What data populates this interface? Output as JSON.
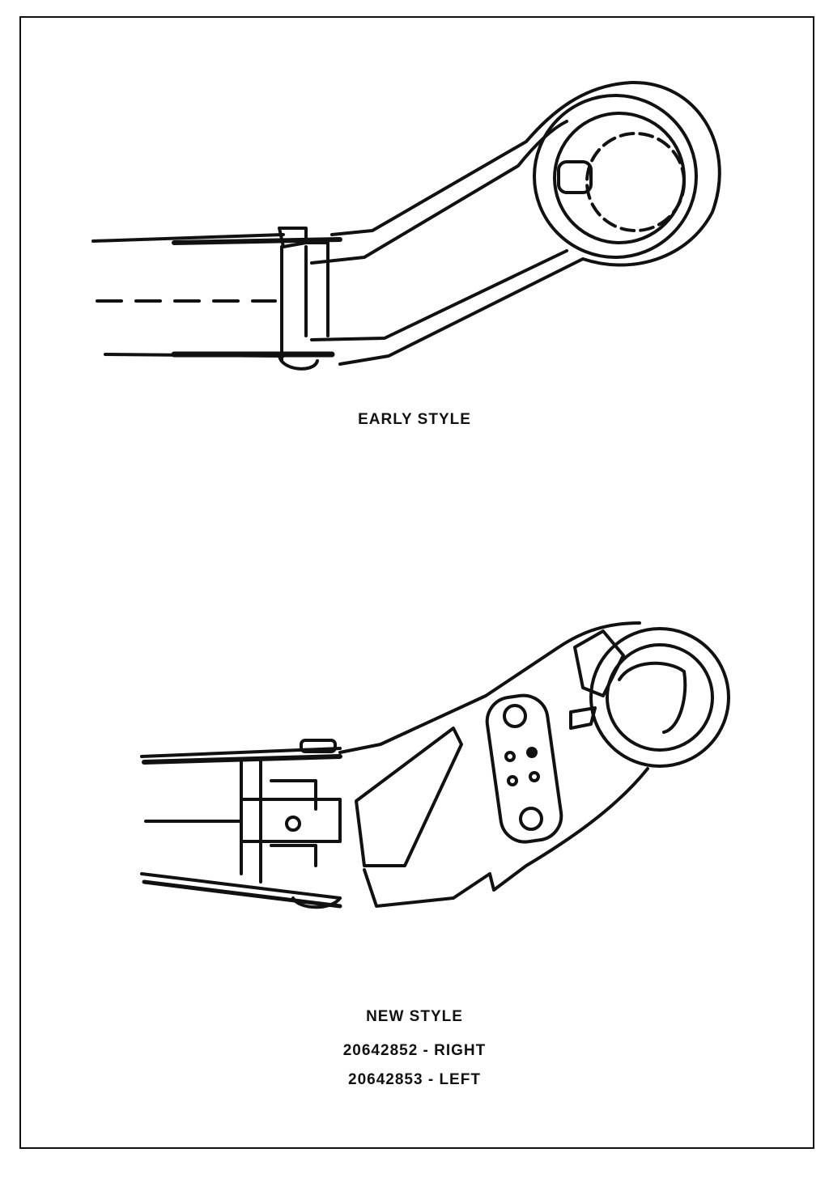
{
  "figures": [
    {
      "caption": "EARLY STYLE"
    },
    {
      "caption": "NEW STYLE",
      "parts": [
        "20642852 - RIGHT",
        "20642853 - LEFT"
      ]
    }
  ],
  "colors": {
    "ink": "#111111",
    "paper": "#ffffff"
  }
}
